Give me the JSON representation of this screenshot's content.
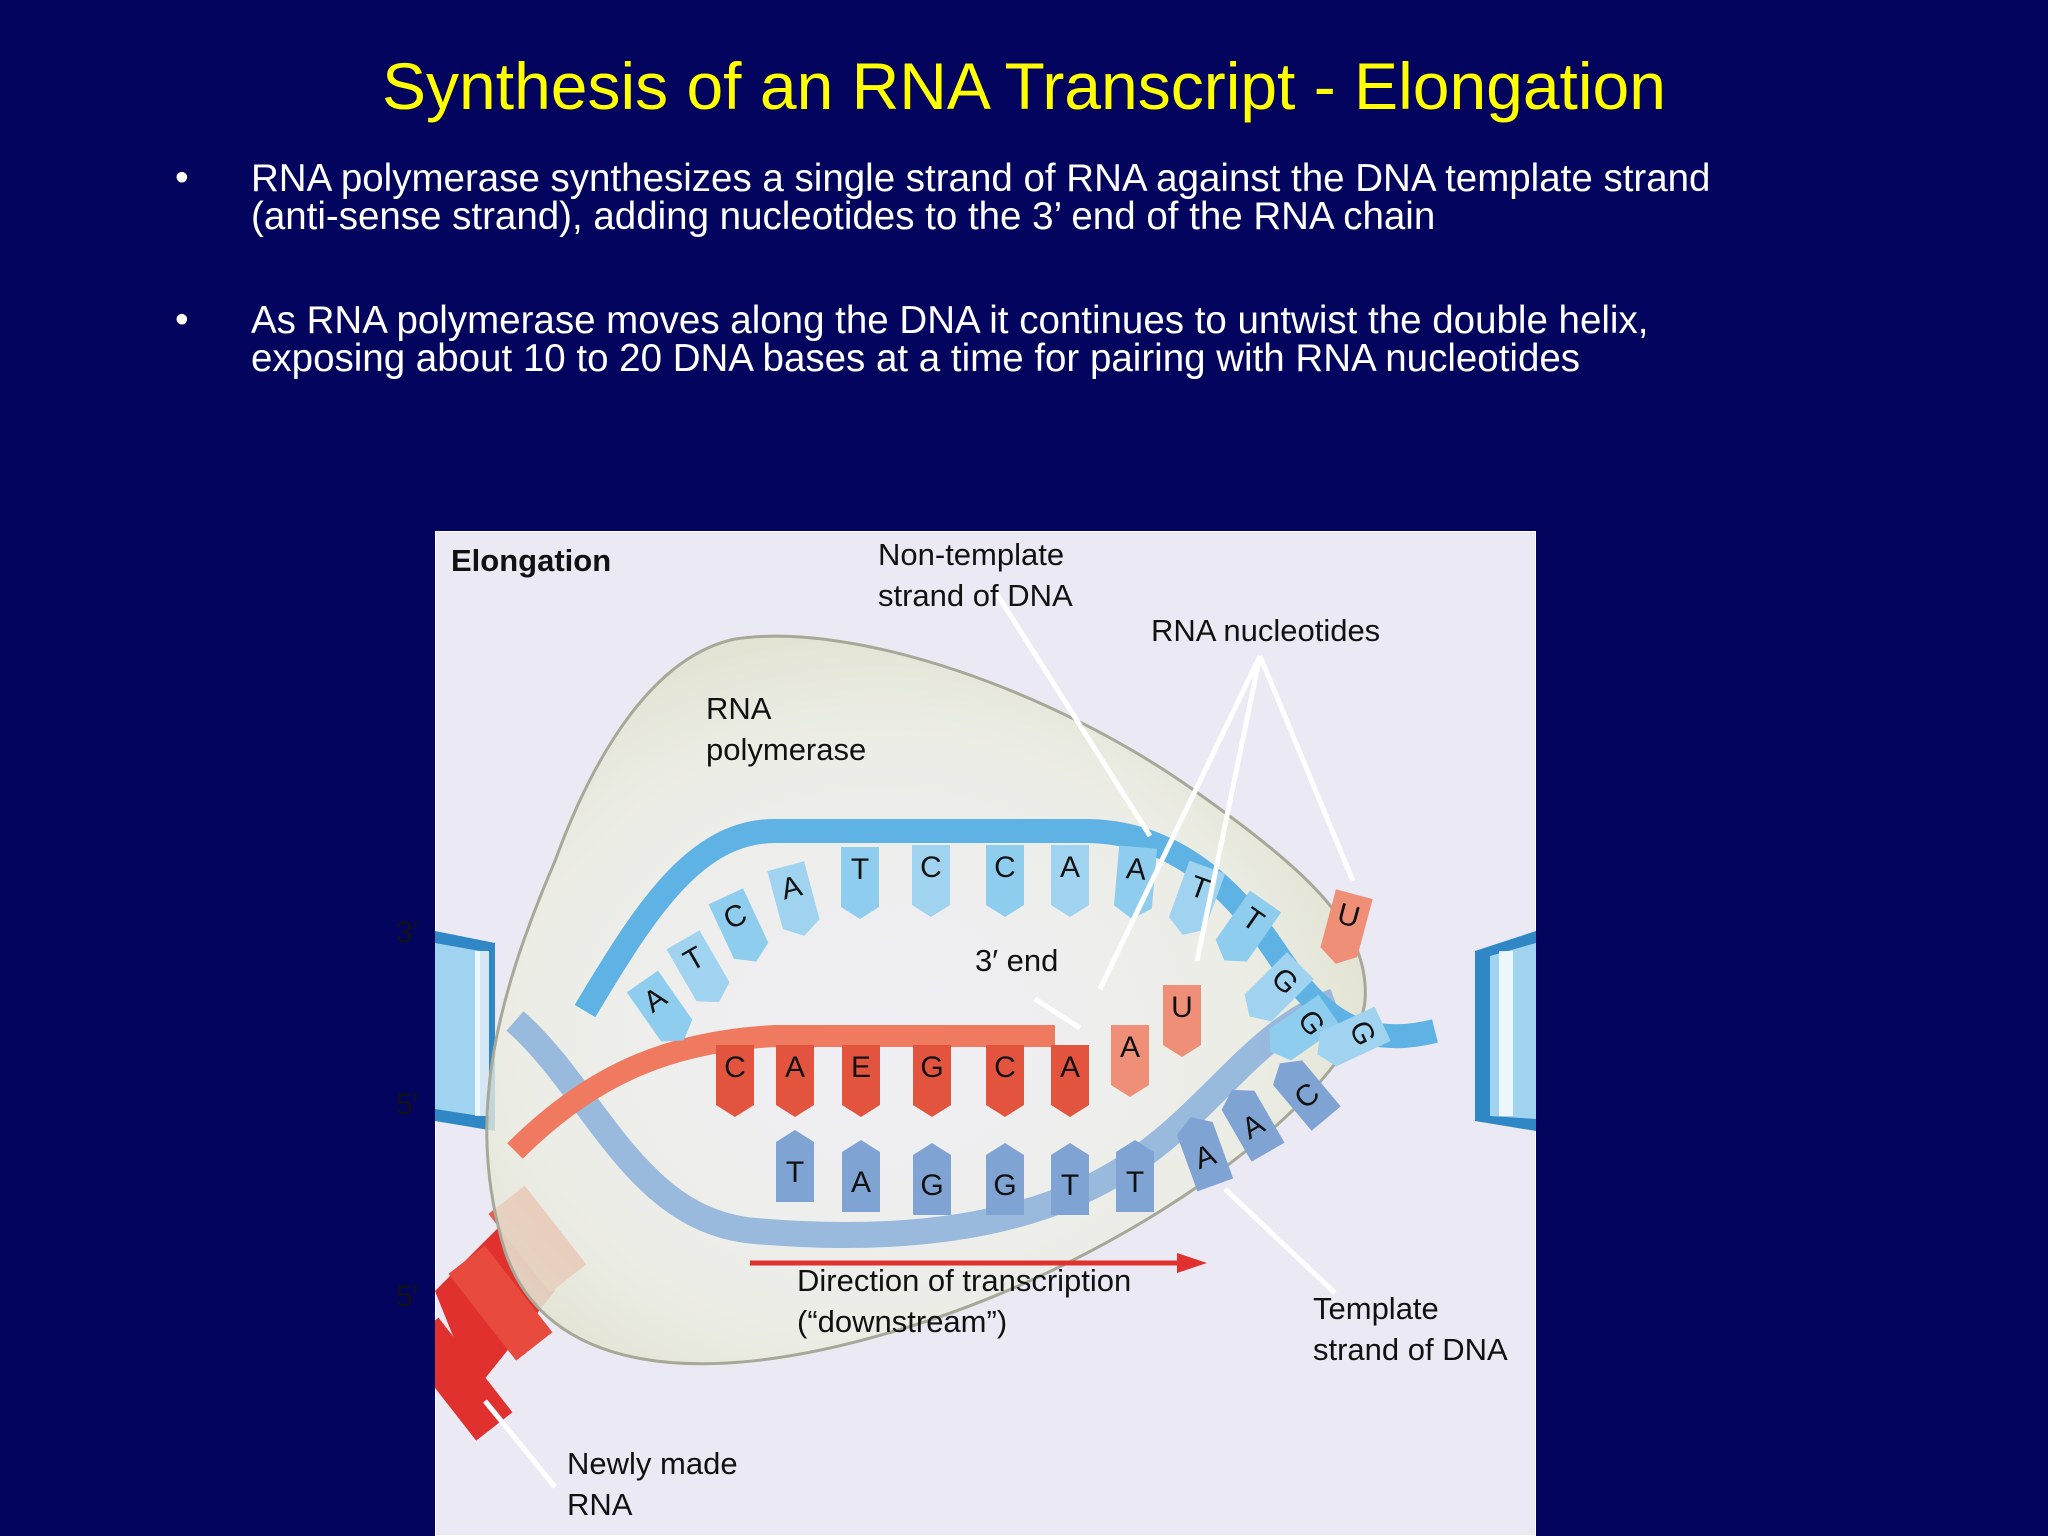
{
  "slide": {
    "title": "Synthesis of an RNA Transcript - Elongation",
    "bullets": [
      {
        "line1": "RNA polymerase synthesizes a single strand of RNA against the DNA template strand",
        "line2": "(anti-sense strand), adding nucleotides to the 3’ end of the RNA chain"
      },
      {
        "line1": "As RNA polymerase moves along the DNA it continues to untwist the double helix,",
        "line2": "exposing about 10 to 20 DNA bases at a time for pairing with RNA nucleotides"
      }
    ],
    "bullet_glyph": "•"
  },
  "figure": {
    "heading": "Elongation",
    "labels": {
      "nontemplate_1": "Non-template",
      "nontemplate_2": "strand of DNA",
      "rna_nucleotides": "RNA nucleotides",
      "polymerase_1": "RNA",
      "polymerase_2": "polymerase",
      "three_end": "3′ end",
      "direction_1": "Direction of transcription",
      "direction_2": "(“downstream”)",
      "template_1": "Template",
      "template_2": "strand of DNA",
      "newly_1": "Newly made",
      "newly_2": "RNA",
      "end_top_left": "3′",
      "end_mid_left": "5′",
      "end_bottom_left": "5′"
    },
    "nontemplate_bases": [
      "A",
      "T",
      "C",
      "A",
      "T",
      "C",
      "C",
      "A",
      "A",
      "T",
      "T",
      "G",
      "G",
      "G"
    ],
    "rna_bases": [
      "C",
      "A",
      "E",
      "G",
      "C",
      "A"
    ],
    "template_bases": [
      "T",
      "A",
      "G",
      "G",
      "T",
      "T",
      "A",
      "A",
      "C"
    ],
    "incoming_nucleotides": [
      "A",
      "U",
      "U"
    ],
    "colors": {
      "background": "#02045e",
      "title": "#ffff00",
      "panel": "#ebe9f3",
      "polymerase": "#eceee0",
      "dna_light": "#9fd3ef",
      "dna_dark": "#2f87c6",
      "template_blue": "#7fa3d3",
      "rna_red": "#e3543f",
      "rna_light": "#ef8f78"
    }
  }
}
